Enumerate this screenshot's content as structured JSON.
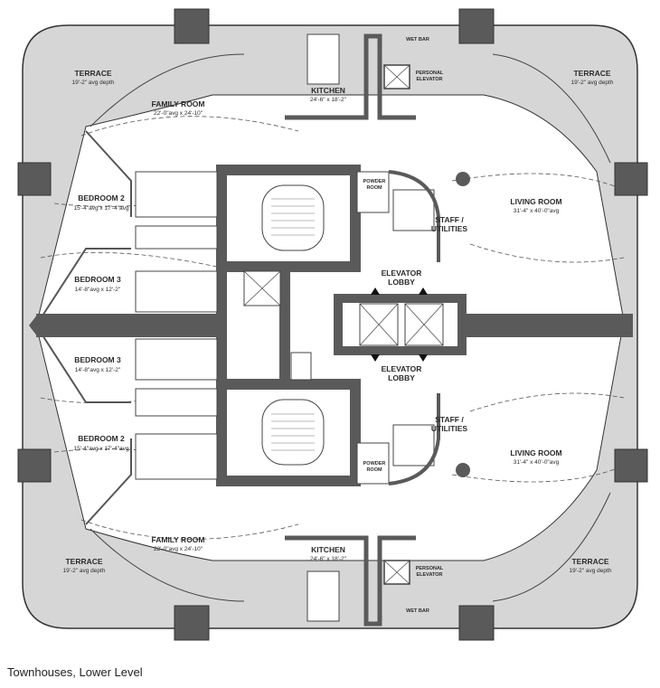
{
  "caption": "Townhouses, Lower Level",
  "colors": {
    "wall": "#5a5a5a",
    "terrace": "#d6d6d6",
    "floor": "#ffffff",
    "line": "#444444"
  },
  "rooms": {
    "terrace_nw": {
      "name": "TERRACE",
      "dim": "19'-2\" avg depth"
    },
    "terrace_ne": {
      "name": "TERRACE",
      "dim": "19'-2\" avg depth"
    },
    "terrace_sw": {
      "name": "TERRACE",
      "dim": "19'-2\" avg depth"
    },
    "terrace_se": {
      "name": "TERRACE",
      "dim": "19'-2\" avg depth"
    },
    "family_n": {
      "name": "FAMILY ROOM",
      "dim": "22'-0\"avg x 24'-10\""
    },
    "family_s": {
      "name": "FAMILY ROOM",
      "dim": "22'-0\"avg x 24'-10\""
    },
    "kitchen_n": {
      "name": "KITCHEN",
      "dim": "24'-6\" x 18'-2\""
    },
    "kitchen_s": {
      "name": "KITCHEN",
      "dim": "24'-6\" x 18'-2\""
    },
    "bed2_n": {
      "name": "BEDROOM 2",
      "dim": "15'-4\"avg x 17'-4\"avg"
    },
    "bed3_n": {
      "name": "BEDROOM 3",
      "dim": "14'-8\"avg x 12'-2\""
    },
    "bed3_s": {
      "name": "BEDROOM 3",
      "dim": "14'-8\"avg x 12'-2\""
    },
    "bed2_s": {
      "name": "BEDROOM 2",
      "dim": "15'-4\"avg x 17'-4\"avg"
    },
    "living_n": {
      "name": "LIVING ROOM",
      "dim": "31'-4\" x 40'-0\"avg"
    },
    "living_s": {
      "name": "LIVING ROOM",
      "dim": "31'-4\" x 40'-0\"avg"
    },
    "staff_n": {
      "line1": "STAFF /",
      "line2": "UTILITIES"
    },
    "staff_s": {
      "line1": "STAFF /",
      "line2": "UTILITIES"
    },
    "lobby_n": {
      "line1": "ELEVATOR",
      "line2": "LOBBY"
    },
    "lobby_s": {
      "line1": "ELEVATOR",
      "line2": "LOBBY"
    },
    "powder_n": {
      "line1": "POWDER",
      "line2": "ROOM"
    },
    "powder_s": {
      "line1": "POWDER",
      "line2": "ROOM"
    },
    "wetbar_n": "WET BAR",
    "wetbar_s": "WET BAR",
    "pe_n": {
      "line1": "PERSONAL",
      "line2": "ELEVATOR"
    },
    "pe_s": {
      "line1": "PERSONAL",
      "line2": "ELEVATOR"
    }
  }
}
